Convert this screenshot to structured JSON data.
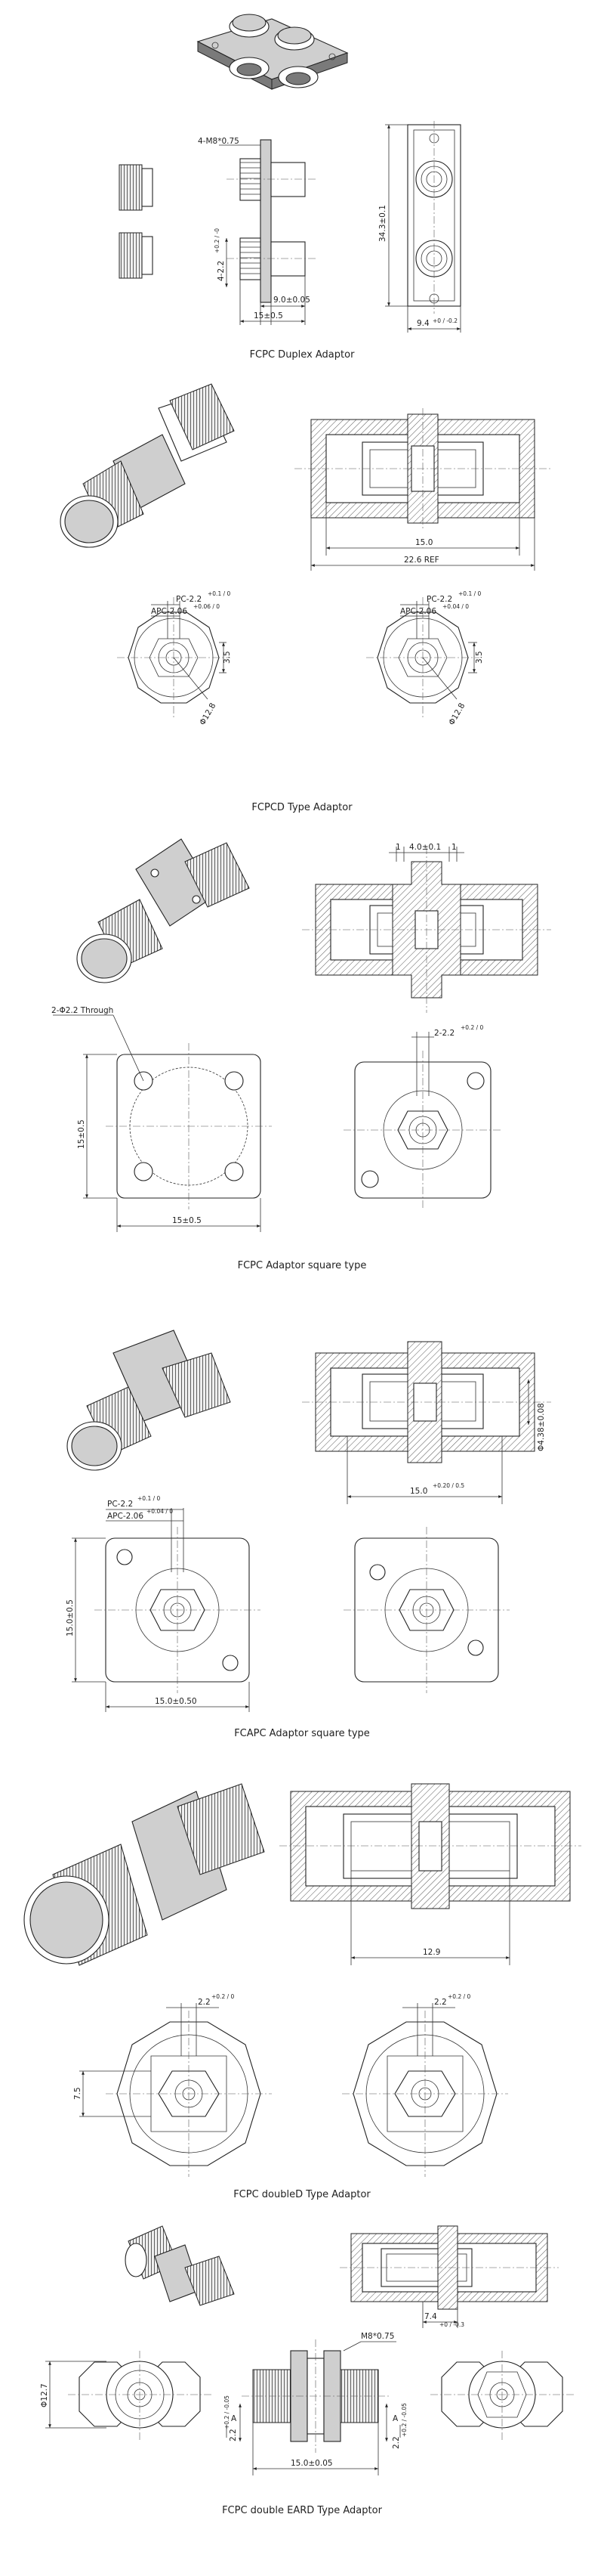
{
  "sections": [
    {
      "caption": "FCPC Duplex Adaptor",
      "dims": {
        "thread": "4-M8*0.75",
        "height": "34.3±0.1",
        "hole": "4-2.2",
        "hole_tol": "+0.2 / -0",
        "body": "9.0±0.05",
        "width": "15±0.5",
        "depth": "9.4",
        "depth_tol": "+0 / -0.2"
      }
    },
    {
      "caption": "FCPCD Type Adaptor",
      "dims": {
        "inner": "15.0",
        "ref": "22.6 REF",
        "pc_left": "PC-2.2",
        "pc_left_tol": "+0.1 / 0",
        "apc_left": "APC-2.06",
        "apc_left_tol": "+0.06 / 0",
        "pc_right": "PC-2.2",
        "pc_right_tol": "+0.1 / 0",
        "apc_right": "APC-2.06",
        "apc_right_tol": "+0.04 / 0",
        "flat": "3.5",
        "dia": "Φ12.8"
      }
    },
    {
      "caption": "FCPC Adaptor square type",
      "dims": {
        "core_left": "1",
        "core_mid": "4.0±0.1",
        "core_right": "1",
        "through": "2-Φ2.2 Through",
        "side": "15±0.5",
        "bottom": "15±0.5",
        "slot": "2-2.2",
        "slot_tol": "+0.2 / 0"
      }
    },
    {
      "caption": "FCAPC Adaptor square type",
      "dims": {
        "inner": "15.0",
        "inner_tol": "+0.20 / 0.5",
        "dia": "Φ4.38±0.08",
        "pc": "PC-2.2",
        "pc_tol": "+0.1 / 0",
        "apc": "APC-2.06",
        "apc_tol": "+0.04 / 0",
        "side": "15.0±0.5",
        "bottom": "15.0±0.50"
      }
    },
    {
      "caption": "FCPC doubleD Type Adaptor",
      "dims": {
        "inner": "12.9",
        "slot_left": "2.2",
        "slot_left_tol": "+0.2 / 0",
        "slot_right": "2.2",
        "slot_right_tol": "+0.2 / 0",
        "flat": "7.5"
      }
    },
    {
      "caption": "FCPC double EARD Type Adaptor",
      "dims": {
        "thread": "M8*0.75",
        "depth": "7.4",
        "depth_tol": "+0 / -0.3",
        "dia": "Φ12.7",
        "left_slot": "2.2",
        "left_slot_tol": "+0.2 / -0.05",
        "right_slot": "2.2",
        "right_slot_tol": "+0.2 / -0.05",
        "section_a_left": "A",
        "section_a_right": "A",
        "bottom": "15.0±0.05"
      }
    }
  ],
  "colors": {
    "line": "#222222",
    "fill": "#cfcfcf",
    "background": "#ffffff"
  }
}
